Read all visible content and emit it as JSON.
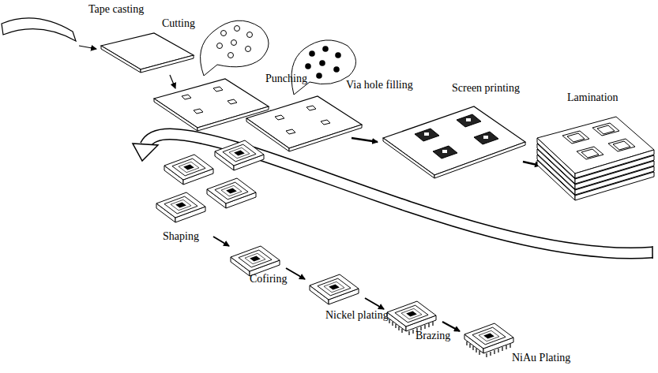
{
  "diagram": {
    "labels": [
      "Tape casting",
      "Cutting",
      "Punching",
      "Via hole filling",
      "Screen printing",
      "Lamination",
      "Shaping",
      "Cofiring",
      "Nickel plating",
      "Brazing",
      "NiAu Plating"
    ]
  }
}
